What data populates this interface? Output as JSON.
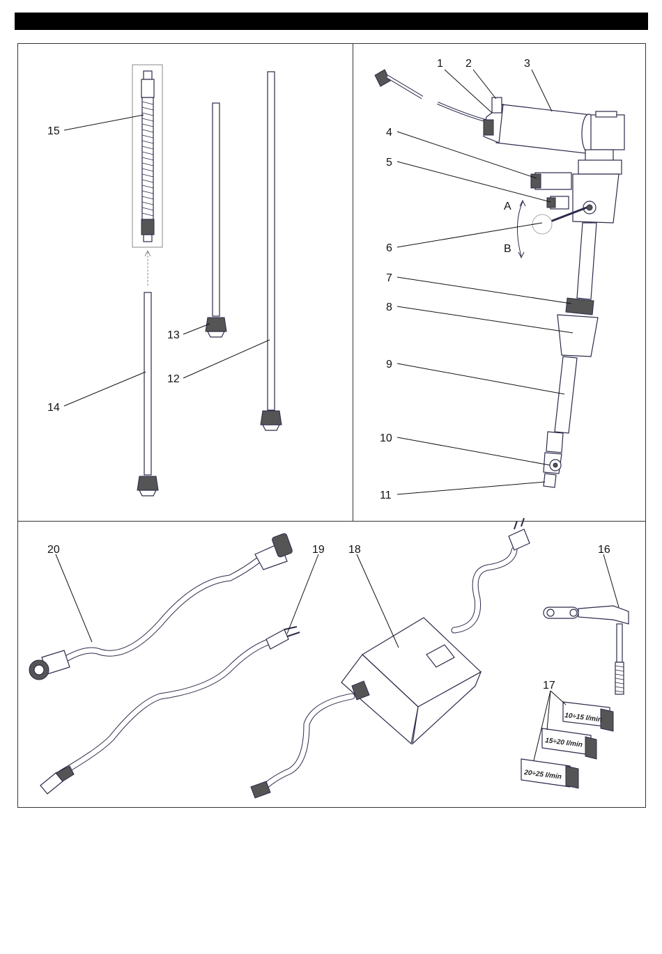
{
  "callouts": {
    "c1": "1",
    "c2": "2",
    "c3": "3",
    "c4": "4",
    "c5": "5",
    "c6": "6",
    "c7": "7",
    "c8": "8",
    "c9": "9",
    "c10": "10",
    "c11": "11",
    "c12": "12",
    "c13": "13",
    "c14": "14",
    "c15": "15",
    "c16": "16",
    "c17": "17",
    "c18": "18",
    "c19": "19",
    "c20": "20"
  },
  "rotation": {
    "a": "A",
    "b": "B"
  },
  "flow_blocks": [
    "10÷15 l/min",
    "15÷20 l/min",
    "20÷25 l/min"
  ],
  "colors": {
    "line": "#2a2a4a",
    "header": "#000000"
  }
}
